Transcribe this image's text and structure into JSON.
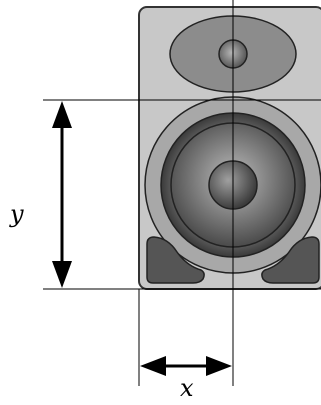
{
  "labels": {
    "y": "y",
    "x": "x"
  },
  "colors": {
    "cabinet_fill": "#c8c8c8",
    "cabinet_stroke": "#333333",
    "tweeter_fill": "#8c8c8c",
    "woofer_surround": "#9a9a9a",
    "port_fill": "#555555",
    "line": "#000000"
  },
  "icons": [
    "speaker-cabinet",
    "tweeter",
    "woofer",
    "bass-port"
  ]
}
